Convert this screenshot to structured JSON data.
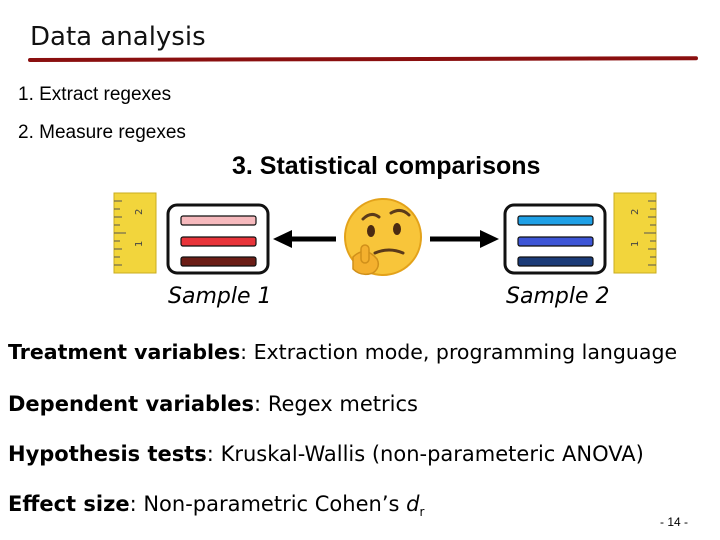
{
  "slide": {
    "title": "Data analysis",
    "steps": [
      "1. Extract regexes",
      "2. Measure regexes",
      "3. Statistical comparisons"
    ],
    "samples": [
      {
        "label": "Sample 1",
        "bar_colors": [
          "#f6b9bd",
          "#e8343a",
          "#6b1d16"
        ]
      },
      {
        "label": "Sample 2",
        "bar_colors": [
          "#1fa0e6",
          "#3d55d6",
          "#1b3b78"
        ]
      }
    ],
    "icons": [
      "ruler-icon",
      "thinking-face-icon",
      "arrow-left-icon",
      "arrow-right-icon"
    ],
    "variables": [
      {
        "key": "Treatment variables",
        "sep": ": ",
        "value": "Extraction mode, programming language"
      },
      {
        "key": "Dependent variables",
        "sep": ": ",
        "value": "Regex metrics"
      },
      {
        "key": "Hypothesis tests",
        "sep": ": ",
        "value": "Kruskal-Wallis (non-parameteric ANOVA)"
      },
      {
        "key": "Effect size",
        "sep": ": ",
        "value": "Non-parametric Cohen’s ",
        "symbol": "d",
        "subscript": "r"
      }
    ],
    "page_number": "- 14 -",
    "colors": {
      "title_rule": "#8a0f0f",
      "ruler": "#f2d53c",
      "arrow": "#000000"
    }
  }
}
